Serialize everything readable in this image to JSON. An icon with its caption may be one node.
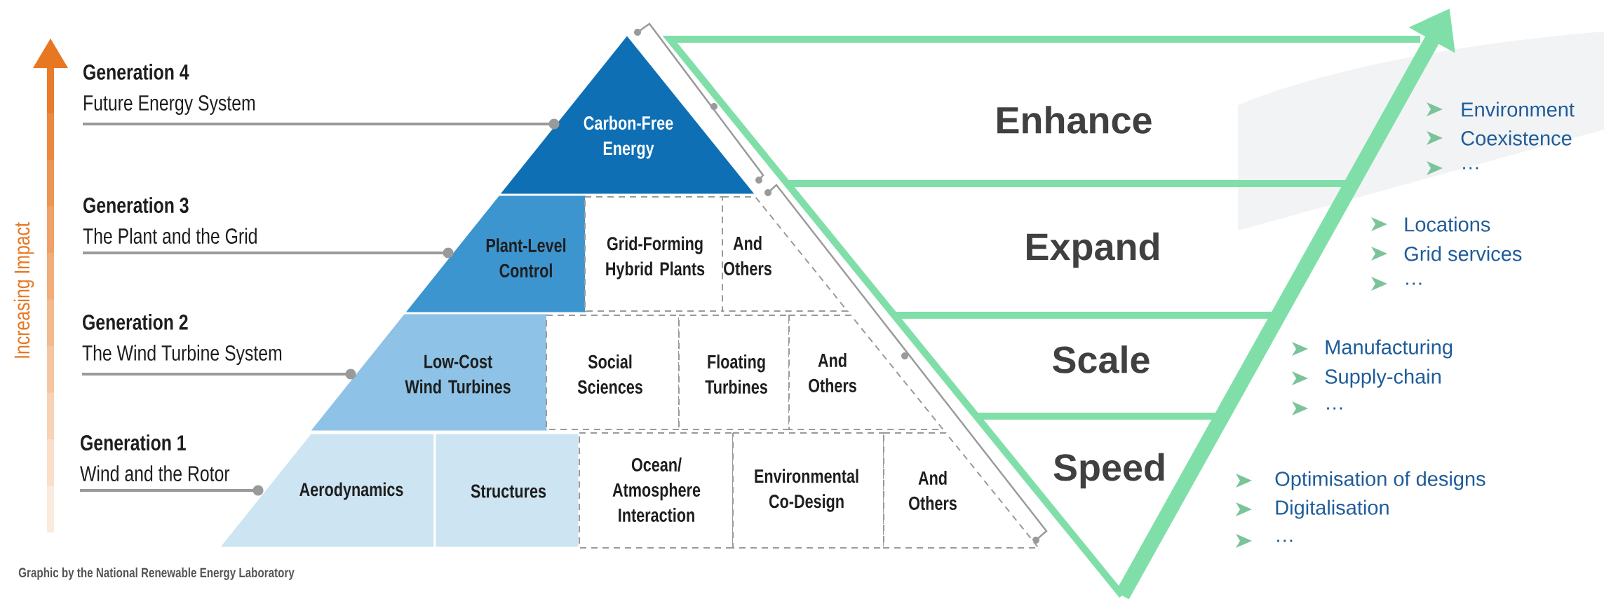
{
  "diagram": {
    "caption": "Graphic by the National Renewable Energy Laboratory",
    "nodes": [
      {
        "text": [
          "Generation 4",
          "Future Energy System"
        ]
      },
      {
        "text": [
          "Carbon-Free Energy"
        ]
      },
      {
        "text": [
          "Generation 3",
          "The Plant and the Grid"
        ]
      },
      {
        "text": [
          "Plant-Level Control"
        ]
      },
      {
        "text": [
          "Grid-Forming Hybrid Plants"
        ]
      },
      {
        "text": [
          "And Others"
        ]
      },
      {
        "text": [
          "Generation 2",
          "The Wind Turbine System"
        ]
      },
      {
        "text": [
          "Low-Cost Wind Turbines"
        ]
      },
      {
        "text": [
          "Social Sciences"
        ]
      },
      {
        "text": [
          "Floating Turbines"
        ]
      },
      {
        "text": [
          "And Others"
        ]
      },
      {
        "text": [
          "Generation 1",
          "Wind and the Rotor"
        ]
      },
      {
        "text": [
          "Aerodynamics"
        ]
      },
      {
        "text": [
          "Structures"
        ]
      },
      {
        "text": [
          "Ocean/ Atmosphere Interaction"
        ]
      },
      {
        "text": [
          "Environmental Co-Design"
        ]
      },
      {
        "text": [
          "And Others"
        ]
      },
      {
        "text": [
          "Enhance"
        ],
        "beside": [
          "Environment",
          "Coexistence",
          "…"
        ]
      },
      {
        "text": [
          "Expand"
        ],
        "beside": [
          "Locations",
          "Grid services",
          "…"
        ]
      },
      {
        "text": [
          "Scale"
        ],
        "beside": [
          "Manufacturing",
          "Supply-chain",
          "…"
        ]
      },
      {
        "text": [
          "Speed"
        ],
        "beside": [
          "Optimisation of designs",
          "Digitalisation",
          "…"
        ]
      }
    ],
    "edges": [
      {
        "from": 0,
        "to": 1,
        "arrow": "other"
      },
      {
        "from": 2,
        "to": 3,
        "arrow": "other"
      },
      {
        "from": 6,
        "to": 7,
        "arrow": "other"
      },
      {
        "from": 11,
        "to": 12,
        "arrow": "other"
      }
    ],
    "labels": [
      "Increasing Impact"
    ]
  }
}
